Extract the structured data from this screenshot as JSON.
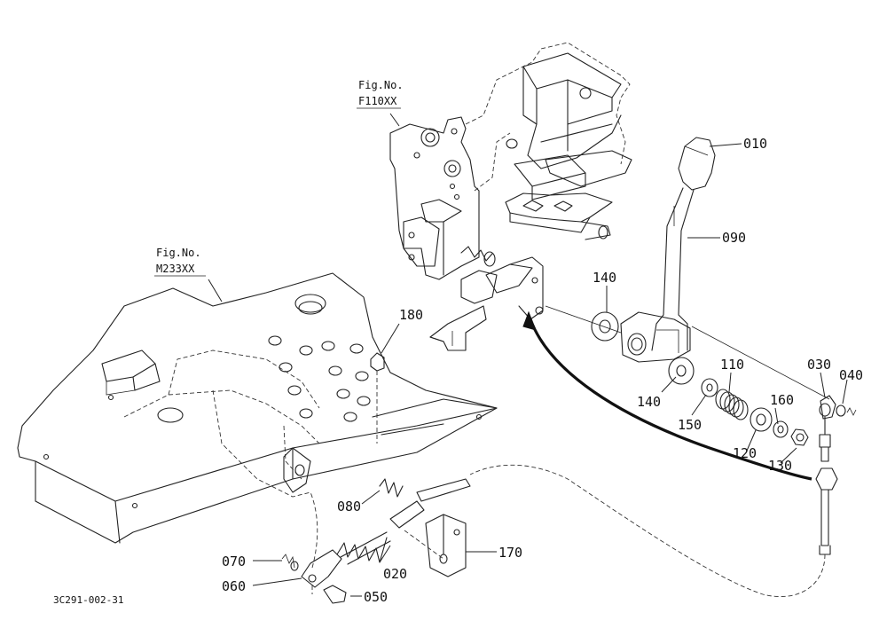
{
  "drawing_code": "3C291-002-31",
  "references": [
    {
      "key": "f110",
      "line1": "Fig.No.",
      "line2": "F110XX"
    },
    {
      "key": "m233",
      "line1": "Fig.No.",
      "line2": "M233XX"
    }
  ],
  "parts": {
    "p010": "010",
    "p020": "020",
    "p030": "030",
    "p040": "040",
    "p050": "050",
    "p060": "060",
    "p070": "070",
    "p080": "080",
    "p090": "090",
    "p110": "110",
    "p120": "120",
    "p130": "130",
    "p140a": "140",
    "p140b": "140",
    "p150": "150",
    "p160": "160",
    "p170": "170",
    "p180": "180"
  }
}
